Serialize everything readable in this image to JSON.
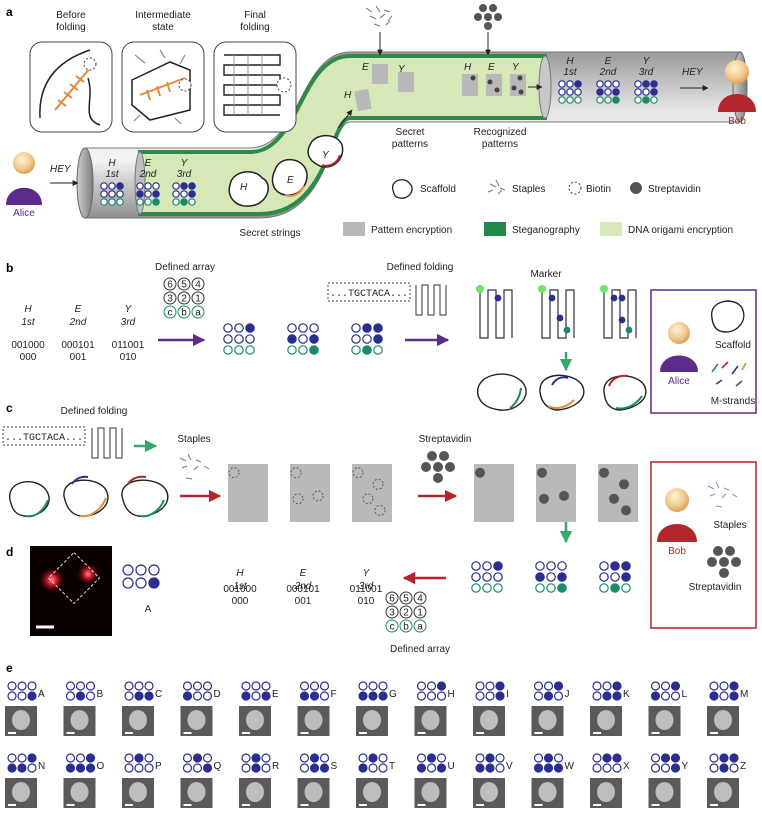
{
  "panel_letters": [
    "a",
    "b",
    "c",
    "d",
    "e"
  ],
  "panel_a": {
    "fold_titles": [
      [
        "Before",
        "folding"
      ],
      [
        "Intermediate",
        "state"
      ],
      [
        "Final",
        "folding"
      ]
    ],
    "word_out": "HEY",
    "word_in": "HEY",
    "alice": "Alice",
    "bob": "Bob",
    "cols": [
      [
        "H",
        "1st"
      ],
      [
        "E",
        "2nd"
      ],
      [
        "Y",
        "3rd"
      ]
    ],
    "secret_strings": "Secret strings",
    "secret_patterns": [
      "Secret",
      "patterns"
    ],
    "recognized_patterns": [
      "Recognized",
      "patterns"
    ],
    "letters_mid": [
      "H",
      "E",
      "Y"
    ],
    "legend": {
      "scaffold": "Scaffold",
      "staples": "Staples",
      "biotin": "Biotin",
      "streptavidin": "Streptavidin",
      "pattern_encryption": "Pattern encryption",
      "steganography": "Steganography",
      "dna_origami": "DNA origami encryption"
    }
  },
  "panel_b": {
    "cols": [
      [
        "H",
        "1st"
      ],
      [
        "E",
        "2nd"
      ],
      [
        "Y",
        "3rd"
      ]
    ],
    "codes": [
      [
        "001000",
        "000"
      ],
      [
        "000101",
        "001"
      ],
      [
        "011001",
        "010"
      ]
    ],
    "defined_array": "Defined array",
    "array_rows": [
      [
        "6",
        "5",
        "4"
      ],
      [
        "3",
        "2",
        "1"
      ],
      [
        "c",
        "b",
        "a"
      ]
    ],
    "defined_folding": "Defined folding",
    "sequence": "...TGCTACA...",
    "marker": "Marker",
    "alice": "Alice",
    "scaffold": "Scaffold",
    "mstrands": "M-strands"
  },
  "panel_c": {
    "defined_folding": "Defined folding",
    "sequence": "...TGCTACA...",
    "staples": "Staples",
    "streptavidin": "Streptavidin",
    "bob": "Bob",
    "box_staples": "Staples",
    "box_strep": "Streptavidin"
  },
  "panel_d": {
    "letter": "A",
    "cols": [
      [
        "H",
        "1st"
      ],
      [
        "E",
        "2nd"
      ],
      [
        "Y",
        "3rd"
      ]
    ],
    "codes": [
      [
        "001000",
        "000"
      ],
      [
        "000101",
        "001"
      ],
      [
        "011001",
        "010"
      ]
    ],
    "array_rows": [
      [
        "6",
        "5",
        "4"
      ],
      [
        "3",
        "2",
        "1"
      ],
      [
        "c",
        "b",
        "a"
      ]
    ],
    "defined_array": "Defined array"
  },
  "panel_e": {
    "letters": [
      "A",
      "B",
      "C",
      "D",
      "E",
      "F",
      "G",
      "H",
      "I",
      "J",
      "K",
      "L",
      "M",
      "N",
      "O",
      "P",
      "Q",
      "R",
      "S",
      "T",
      "U",
      "V",
      "W",
      "X",
      "Y",
      "Z"
    ]
  },
  "colors": {
    "blue": "#2a2e8e",
    "green": "#1c8a6a",
    "purple": "#5b2c8c",
    "red": "#b3262c",
    "origami": "#d6e8b8",
    "stego": "#1f8a4c",
    "gray": "#b9b9b9"
  }
}
